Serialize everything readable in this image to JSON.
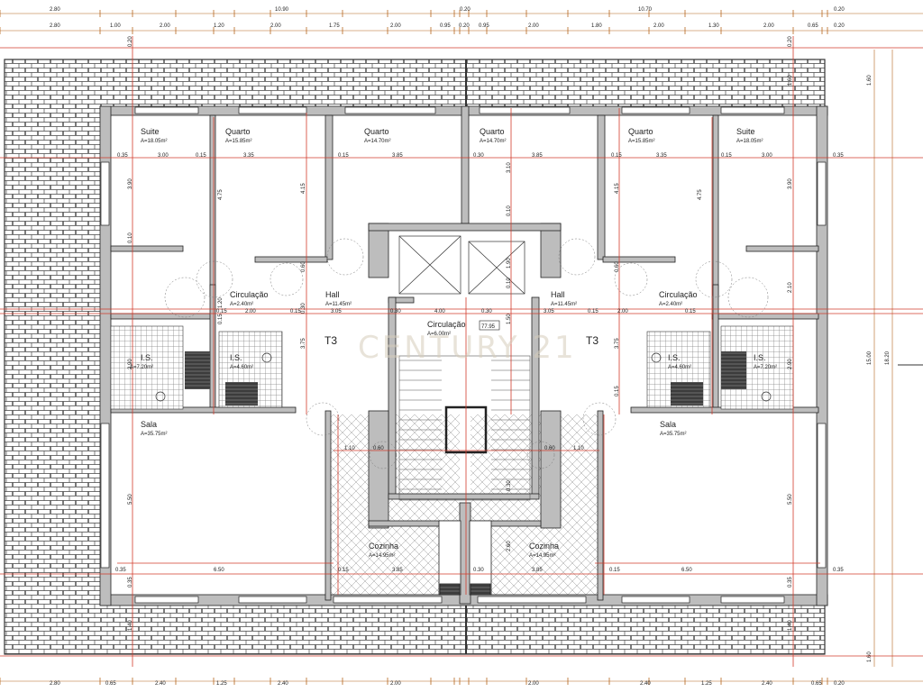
{
  "plan": {
    "top_dims_row1": [
      "2.80",
      "10.90",
      "0.20",
      "10.70",
      "0.20"
    ],
    "top_dims_row2": [
      "2.80",
      "1.00",
      "2.00",
      "1.20",
      "2.00",
      "1.75",
      "2.00",
      "0.95",
      "0.20",
      "0.95",
      "2.00",
      "1.80",
      "2.00",
      "1.30",
      "2.00",
      "0.65",
      "0.20"
    ],
    "bottom_dims": [
      "2.80",
      "0.65",
      "2.40",
      "1.25",
      "2.40",
      "2.00",
      "2.00",
      "2.40",
      "1.25",
      "2.40",
      "0.65",
      "0.20"
    ],
    "right_dims": [
      "1.60",
      "15.00",
      "18.20",
      "1.60"
    ],
    "rooms": {
      "suite_left": {
        "name": "Suite",
        "area": "A=18.05m²"
      },
      "quarto_1": {
        "name": "Quarto",
        "area": "A=15.85m²"
      },
      "quarto_2": {
        "name": "Quarto",
        "area": "A=14.70m²"
      },
      "quarto_3": {
        "name": "Quarto",
        "area": "A=14.70m²"
      },
      "quarto_4": {
        "name": "Quarto",
        "area": "A=15.85m²"
      },
      "suite_right": {
        "name": "Suite",
        "area": "A=18.05m²"
      },
      "circ_left": {
        "name": "Circulação",
        "area": "A=2.40m²"
      },
      "hall_left": {
        "name": "Hall",
        "area": "A=11.45m²"
      },
      "hall_right": {
        "name": "Hall",
        "area": "A=11.45m²"
      },
      "circ_right": {
        "name": "Circulação",
        "area": "A=2.40m²"
      },
      "circ_center": {
        "name": "Circulação",
        "area": "A=6.00m²"
      },
      "is_1": {
        "name": "I.S.",
        "area": "A=7.20m²"
      },
      "is_2": {
        "name": "I.S.",
        "area": "A=4.60m²"
      },
      "is_3": {
        "name": "I.S.",
        "area": "A=4.60m²"
      },
      "is_4": {
        "name": "I.S.",
        "area": "A=7.20m²"
      },
      "sala_left": {
        "name": "Sala",
        "area": "A=35.75m²"
      },
      "sala_right": {
        "name": "Sala",
        "area": "A=35.75m²"
      },
      "cozinha_left": {
        "name": "Cozinha",
        "area": "A=14.95m²"
      },
      "cozinha_right": {
        "name": "Cozinha",
        "area": "A=14.95m²"
      }
    },
    "unit_left": "T3",
    "unit_right": "T3",
    "level_tag": "77.95",
    "watermark": "CENTURY 21",
    "inner_dims": {
      "row1": [
        "0.35",
        "3.00",
        "0.15",
        "3.35",
        "0.15",
        "3.85",
        "0.30",
        "3.85",
        "0.15",
        "3.35",
        "0.15",
        "3.00",
        "0.35"
      ],
      "row2": [
        "0.15",
        "2.00",
        "0.15",
        "3.05",
        "0.30",
        "4.00",
        "0.30",
        "3.05",
        "0.15",
        "2.00",
        "0.15"
      ],
      "row3": [
        "1.10",
        "0.60",
        "0.60",
        "1.10"
      ],
      "row4": [
        "0.35",
        "6.50",
        "0.15",
        "3.85",
        "0.30",
        "3.85",
        "0.15",
        "6.50",
        "0.35"
      ],
      "vertical": [
        "3.90",
        "4.75",
        "4.15",
        "3.10",
        "4.15",
        "4.75",
        "3.90",
        "0.10",
        "0.60",
        "1.90",
        "0.10",
        "0.60",
        "0.10",
        "2.10",
        "1.20",
        "0.30",
        "1.50",
        "0.15",
        "3.75",
        "2.90",
        "0.15",
        "3.75",
        "2.90",
        "5.50",
        "2.60",
        "0.30",
        "5.50",
        "0.35",
        "1.40",
        "0.20",
        "0.20",
        "1.40",
        "0.35",
        "1.60"
      ]
    }
  }
}
